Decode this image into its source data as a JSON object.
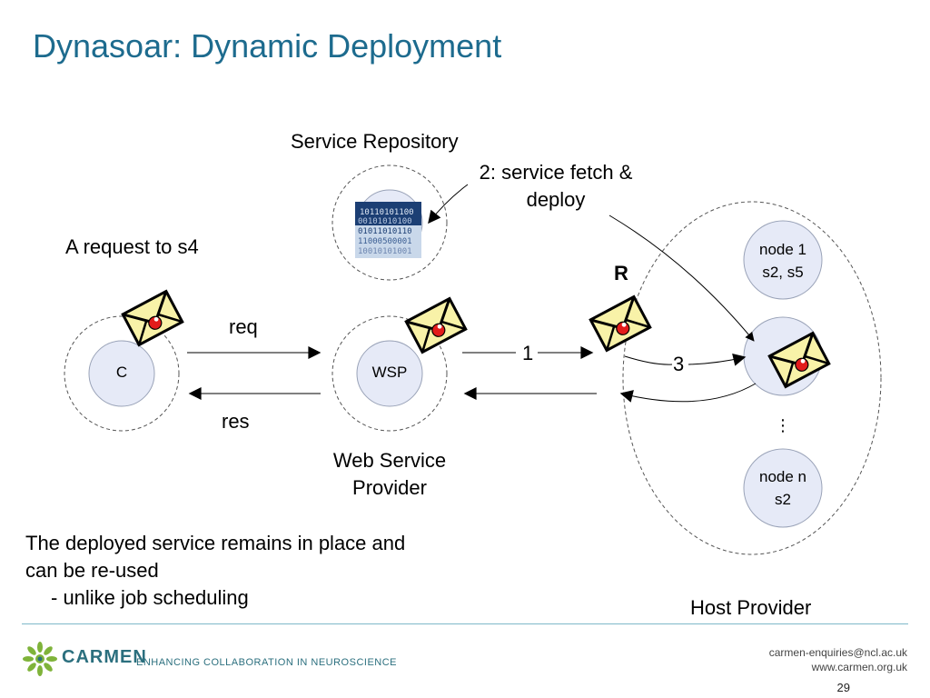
{
  "slide": {
    "title": "Dynasoar: Dynamic Deployment",
    "page_number": "29"
  },
  "diagram": {
    "service_repository_label": "Service Repository",
    "fetch_label_line1": "2: service fetch &",
    "fetch_label_line2": "deploy",
    "request_label": "A request to s4",
    "client_label": "C",
    "wsp_label": "WSP",
    "wsp_caption_line1": "Web Service",
    "wsp_caption_line2": "Provider",
    "req_label": "req",
    "res_label": "res",
    "step1_label": "1",
    "step3_label": "3",
    "router_label": "R",
    "node1_line1": "node 1",
    "node1_line2": "s2, s5",
    "noden_line1": "node n",
    "noden_line2": "s2",
    "ellipsis": "⋮",
    "host_provider_label": "Host Provider",
    "colors": {
      "envelope_fill": "#f8f2a8",
      "seal": "#e31b1b",
      "node_fill": "#e6eaf7",
      "title": "#1d6b8e"
    }
  },
  "notes": {
    "line1": "The deployed service remains in place and",
    "line2": "can be re-used",
    "line3": "- unlike job scheduling"
  },
  "footer": {
    "brand": "CARMEN",
    "tagline": "ENHANCING COLLABORATION IN NEUROSCIENCE",
    "email": "carmen-enquiries@ncl.ac.uk",
    "website": "www.carmen.org.uk"
  }
}
